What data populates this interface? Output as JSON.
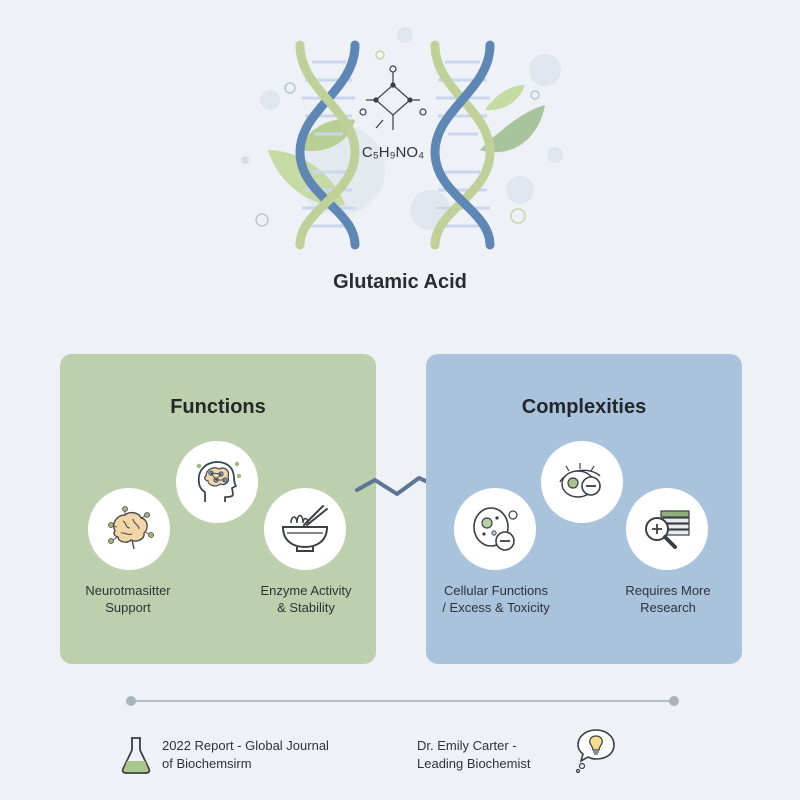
{
  "hero": {
    "formula": "C₅H₉NO₄",
    "icons": [
      "dna-helix-icon",
      "molecule-icon",
      "leaf-icon"
    ]
  },
  "title": "Glutamic Acid",
  "functions": {
    "heading": "Functions",
    "color": "#bcd0ae",
    "items": [
      {
        "icon": "brain-network-icon",
        "line1": "Neurotmasitter",
        "line2": "Support"
      },
      {
        "icon": "head-brain-icon"
      },
      {
        "icon": "noodle-bowl-icon",
        "line1": "Enzyme Activity",
        "line2": "& Stability"
      }
    ]
  },
  "complexities": {
    "heading": "Complexities",
    "color": "#a9c3dc",
    "items": [
      {
        "icon": "cell-minus-icon",
        "line1": "Cellular Functions",
        "line2": "/ Excess & Toxicity"
      },
      {
        "icon": "cell-eye-minus-icon"
      },
      {
        "icon": "magnifier-book-icon",
        "line1": "Requires More",
        "line2": "Research"
      }
    ]
  },
  "footer": {
    "report_line1": "2022 Report - Global Journal",
    "report_line2": "of Biochemsirm",
    "report_icon": "flask-icon",
    "author_line1": "Dr. Emily Carter -",
    "author_line2": "Leading Biochemist",
    "author_icon": "thought-lightbulb-icon"
  }
}
